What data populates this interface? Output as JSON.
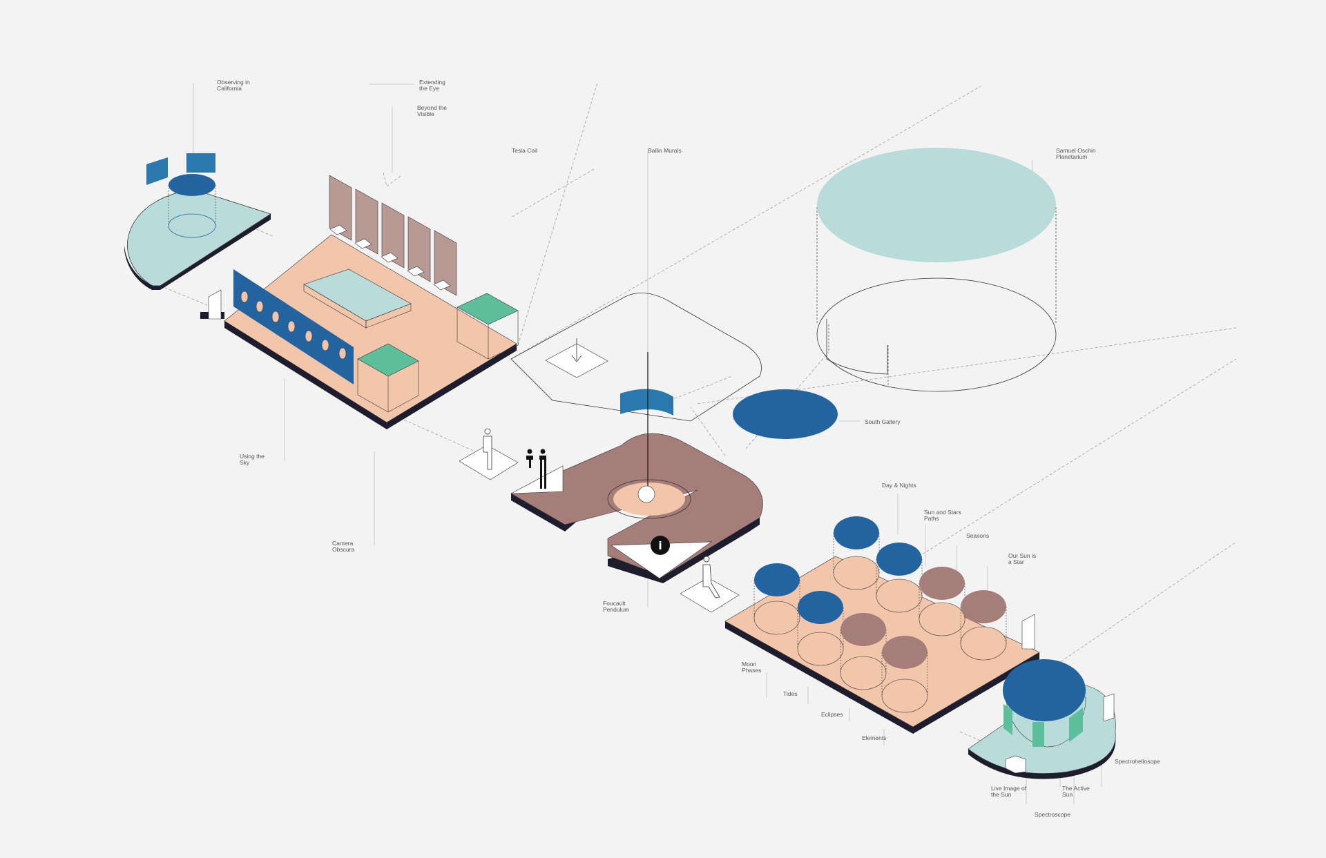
{
  "colors": {
    "background": "#f3f3f3",
    "peach": "#f2c6aa",
    "mauve": "#a57d79",
    "blue": "#2364a0",
    "light_teal": "#b9dbd9",
    "green": "#5ebf9c",
    "dark_edge": "#1d1d2e",
    "panel_rose": "#b79a93"
  },
  "labels": {
    "observing_in_california": [
      "Observing in",
      "California"
    ],
    "extending_the_eye": [
      "Extending",
      "the Eye"
    ],
    "beyond_the_visible": [
      "Beyond the",
      "Visible"
    ],
    "tesla_coil": [
      "Tesla Coil"
    ],
    "ballin_murals": [
      "Ballin Murals"
    ],
    "samuel_oschin_planetarium": [
      "Samuel Oschin",
      "Planetarium"
    ],
    "south_gallery": [
      "South Gallery"
    ],
    "using_the_sky": [
      "Using the",
      "Sky"
    ],
    "camera_obscura": [
      "Camera",
      "Obscura"
    ],
    "foucault_pendulum": [
      "Foucault",
      "Pendulum"
    ],
    "day_and_nights": [
      "Day & Nights"
    ],
    "sun_and_stars_paths": [
      "Sun and Stars",
      "Paths"
    ],
    "seasons": [
      "Seasons"
    ],
    "our_sun_is_a_star": [
      "Our Sun is",
      "a Star"
    ],
    "moon_phases": [
      "Moon",
      "Phases"
    ],
    "tides": [
      "Tides"
    ],
    "eclipses": [
      "Eclipses"
    ],
    "elements": [
      "Elements"
    ],
    "spectroheliosope": [
      "Spectroheliosope"
    ],
    "live_image_of_the_sun": [
      "Live Image of",
      "the Sun"
    ],
    "the_active_sun": [
      "The Active",
      "Sun"
    ],
    "spectroscope": [
      "Spectroscope"
    ]
  },
  "icons": {
    "info": "i",
    "person": "person-icon",
    "restroom": "restroom-icon",
    "down_arrow": "down-arrow-icon",
    "accessible": "accessible-icon"
  }
}
